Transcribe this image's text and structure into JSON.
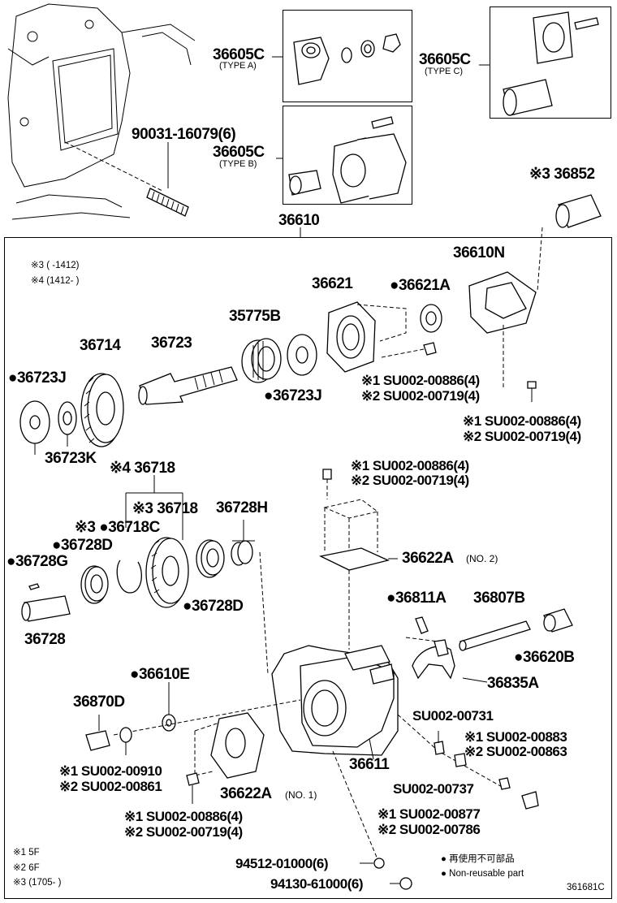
{
  "diagram_id": "361681C",
  "parts": {
    "p36605C_a": "36605C",
    "type_a": "(TYPE A)",
    "p36605C_b": "36605C",
    "type_b": "(TYPE B)",
    "p36605C_c": "36605C",
    "type_c": "(TYPE C)",
    "p90031": "90031-16079(6)",
    "p36852": "※3 36852",
    "p36610": "36610",
    "p36610N": "36610N",
    "p36621": "36621",
    "p36621A": "●36621A",
    "p35775B": "35775B",
    "p36723": "36723",
    "p36714": "36714",
    "p36723J_l": "●36723J",
    "p36723J_r": "●36723J",
    "p36723K": "36723K",
    "su886_a": "※1 SU002-00886(4)",
    "su719_a": "※2 SU002-00719(4)",
    "su886_b": "※1 SU002-00886(4)",
    "su719_b": "※2 SU002-00719(4)",
    "su886_c": "※1 SU002-00886(4)",
    "su719_c": "※2 SU002-00719(4)",
    "p36718_4": "※4 36718",
    "p36718_3": "※3 36718",
    "p36718C": "※3 ●36718C",
    "p36728H": "36728H",
    "p36728D_top": "●36728D",
    "p36728G": "●36728G",
    "p36728D_bot": "●36728D",
    "p36728": "36728",
    "p36622A_2": "36622A",
    "no2": "(NO. 2)",
    "p36811A": "●36811A",
    "p36807B": "36807B",
    "p36620B": "●36620B",
    "p36835A": "36835A",
    "p36610E": "●36610E",
    "p36870D": "36870D",
    "su731": "SU002-00731",
    "su883": "※1 SU002-00883",
    "su863": "※2 SU002-00863",
    "p36611": "36611",
    "su910": "※1 SU002-00910",
    "su861": "※2 SU002-00861",
    "p36622A_1": "36622A",
    "no1": "(NO. 1)",
    "su737": "SU002-00737",
    "su877": "※1 SU002-00877",
    "su786": "※2 SU002-00786",
    "su886_d": "※1 SU002-00886(4)",
    "su719_d": "※2 SU002-00719(4)",
    "p94512": "94512-01000(6)",
    "p94130": "94130-61000(6)"
  },
  "notes": {
    "n3_range": "※3 (      -1412)",
    "n4_range": "※4 (1412-      )",
    "f1": "※1 5F",
    "f2": "※2 6F",
    "f3": "※3 (1705-      )",
    "legend_jp": "● 再使用不可部品",
    "legend_en": "● Non-reusable part"
  }
}
